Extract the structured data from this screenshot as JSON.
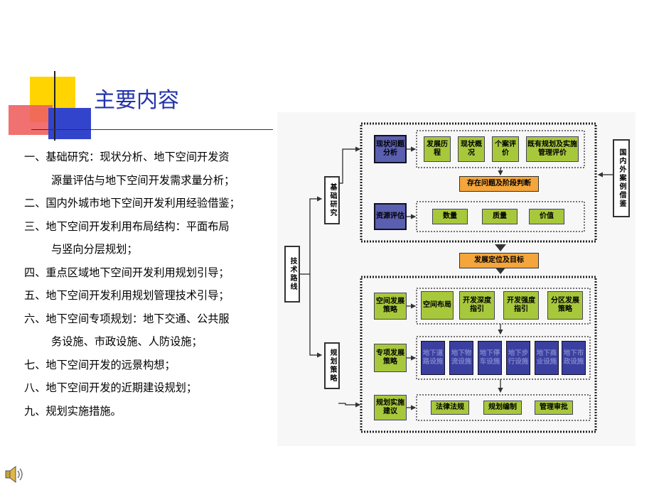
{
  "title": "主要内容",
  "items": [
    "一、基础研究：现状分析、地下空间开发资",
    "源量评估与地下空间开发需求量分析；",
    "二、国内外城市地下空间开发利用经验借鉴；",
    "三、地下空间开发利用布局结构：平面布局",
    "与竖向分层规划；",
    "四、重点区域地下空间开发利用规划引导；",
    "五、地下空间开发利用规划管理技术引导；",
    "六、地下空间专项规划：地下交通、公共服",
    "务设施、市政设施、人防设施；",
    "七、地下空间开发的远景构想；",
    "八、地下空间开发的近期建设规划；",
    "九、规划实施措施。"
  ],
  "diagram": {
    "tech_route": "技术路线",
    "basic_research": "基础研究",
    "planning_strategy": "规划策略",
    "case_reference": "国内外案例借鉴",
    "status_analysis": "现状问题分析",
    "status_items": [
      "发展历程",
      "现状概况",
      "个案评价",
      "既有规划及实施管理评价"
    ],
    "problem_judgement": "存在问题及阶段判断",
    "resource_eval": "资源评估",
    "resource_items": [
      "数量",
      "质量",
      "价值"
    ],
    "positioning": "发展定位及目标",
    "space_strategy": "空间发展策略",
    "space_items": [
      "空间布局",
      "开发深度指引",
      "开发强度指引",
      "分区发展策略"
    ],
    "special_strategy": "专项发展策略",
    "special_items": [
      "地下道路设施",
      "地下物流设施",
      "地下停车设施",
      "地下步行设施",
      "地下商业设施",
      "地下市政设施"
    ],
    "implementation": "规划实施建议",
    "impl_items": [
      "法律法规",
      "规划编制",
      "管理审批"
    ]
  },
  "colors": {
    "title": "#2233aa",
    "green": "#a8c83c",
    "blue": "#5a5fb0",
    "orange": "#f4a53c"
  }
}
